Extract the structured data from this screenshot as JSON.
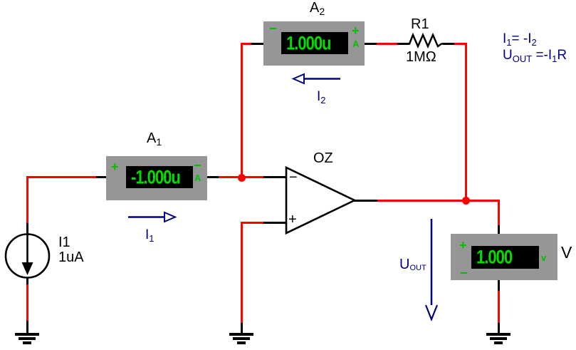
{
  "meters": {
    "a2": {
      "label": "A",
      "label_sub": "2",
      "value": "1.000u",
      "minus": "−",
      "plus": "+",
      "unit": "A"
    },
    "a1": {
      "label": "A",
      "label_sub": "1",
      "value": "-1.000u",
      "minus": "−",
      "plus": "+",
      "unit": "A"
    },
    "volt": {
      "label": "V",
      "value": "1.000",
      "minus": "−",
      "plus": "+",
      "unit": "v"
    }
  },
  "resistor": {
    "label": "R1",
    "value": "1MΩ"
  },
  "source": {
    "label": "I1",
    "value": "1uA"
  },
  "opamp": {
    "label": "OZ",
    "inverting": "−",
    "noninverting": "+"
  },
  "arrows": {
    "i1": {
      "label": "I",
      "sub": "1"
    },
    "i2": {
      "label": "I",
      "sub": "2"
    },
    "uout": {
      "label": "U",
      "sub": "OUT"
    }
  },
  "equations": {
    "eq1": {
      "p1": "I",
      "s1": "1",
      "p2": "= -I",
      "s2": "2"
    },
    "eq2": {
      "p1": "U",
      "s1": "OUT",
      "p2": " =-I",
      "s2": "1",
      "p3": "R"
    }
  },
  "colors": {
    "wire": "#ff0000",
    "annotation_blue": "#000080",
    "display_green": "#00dc00",
    "meter_body_gray": "#969696",
    "display_bg": "#000000"
  }
}
